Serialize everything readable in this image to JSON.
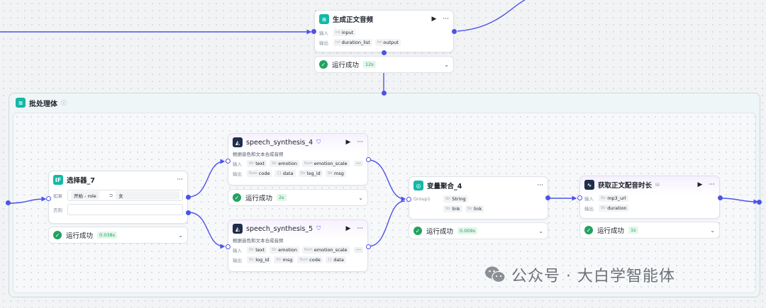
{
  "batch": {
    "title": "批处理体",
    "info_icon": "info-icon"
  },
  "nodes": {
    "gen_audio": {
      "title": "生成正文音频",
      "icon": "layers-icon",
      "input_label": "输入",
      "output_label": "输出",
      "inputs": [
        {
          "type": "Int",
          "name": "input"
        }
      ],
      "outputs": [
        {
          "type": "Int",
          "name": "duration_list"
        },
        {
          "type": "Int",
          "name": "output"
        }
      ],
      "status": "运行成功",
      "time": "12s"
    },
    "selector": {
      "title": "选择器_7",
      "icon_text": "IF",
      "if_label": "如果",
      "else_label": "否则",
      "cond_left": "开始 - role",
      "cond_op": "⊃",
      "cond_right": "女",
      "status": "运行成功",
      "time": "0.038s"
    },
    "speech4": {
      "title": "speech_synthesis_4",
      "desc": "根据音色和文本合成音频",
      "input_label": "输入",
      "output_label": "输出",
      "inputs": [
        {
          "type": "Str",
          "name": "text"
        },
        {
          "type": "Str",
          "name": "emotion"
        },
        {
          "type": "Num",
          "name": "emotion_scale"
        }
      ],
      "outputs": [
        {
          "type": "Num",
          "name": "code"
        },
        {
          "type": "{}",
          "name": "data"
        },
        {
          "type": "Str",
          "name": "log_id"
        },
        {
          "type": "Str",
          "name": "msg"
        }
      ],
      "more": "···",
      "status": "运行成功",
      "time": "2s"
    },
    "speech5": {
      "title": "speech_synthesis_5",
      "desc": "根据音色和文本合成音频",
      "input_label": "输入",
      "output_label": "输出",
      "inputs": [
        {
          "type": "Str",
          "name": "text"
        },
        {
          "type": "Str",
          "name": "emotion"
        },
        {
          "type": "Num",
          "name": "emotion_scale"
        }
      ],
      "outputs": [
        {
          "type": "Str",
          "name": "log_id"
        },
        {
          "type": "Str",
          "name": "msg"
        },
        {
          "type": "Num",
          "name": "code"
        },
        {
          "type": "{}",
          "name": "data"
        }
      ],
      "more": "···",
      "status": "运行成功",
      "time": null
    },
    "aggregate": {
      "title": "变量聚合_4",
      "group_label": "Group1",
      "group_type": "Str",
      "group_type_name": "String",
      "items": [
        {
          "type": "Str",
          "name": "link"
        },
        {
          "type": "Str",
          "name": "link"
        }
      ],
      "status": "运行成功",
      "time": "0.009s"
    },
    "duration": {
      "title": "获取正文配音时长",
      "input_label": "输入",
      "output_label": "输出",
      "inputs": [
        {
          "type": "Str",
          "name": "mp3_url"
        }
      ],
      "outputs": [
        {
          "type": "Str",
          "name": "duration"
        }
      ],
      "status": "运行成功",
      "time": "1s"
    }
  },
  "watermark": "公众号 · 大白学智能体",
  "colors": {
    "accent": "#4d53e8",
    "success": "#21a25f",
    "teal": "#14b8a6"
  }
}
